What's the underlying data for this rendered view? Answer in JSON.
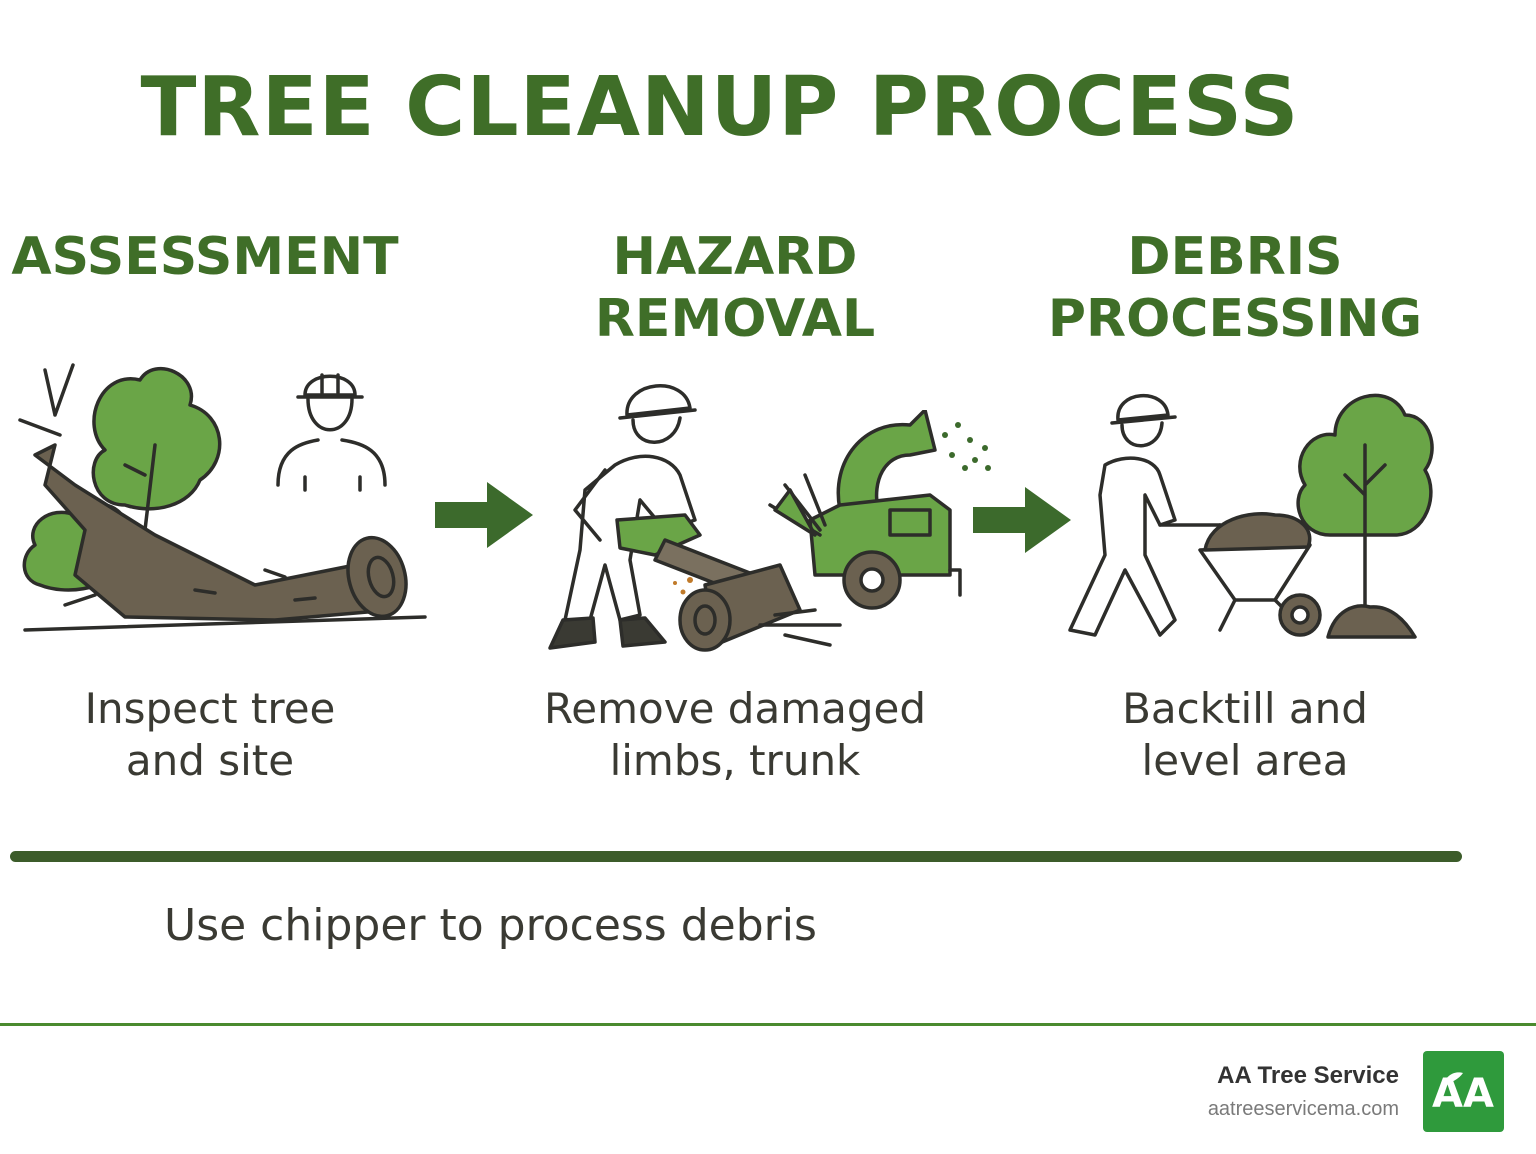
{
  "title": "TREE CLEANUP PROCESS",
  "steps": [
    {
      "title_lines": [
        "ASSESSMENT"
      ],
      "description_lines": [
        "Inspect tree",
        "and site"
      ]
    },
    {
      "title_lines": [
        "HAZARD",
        "REMOVAL"
      ],
      "description_lines": [
        "Remove damaged",
        "limbs, trunk"
      ]
    },
    {
      "title_lines": [
        "DEBRIS",
        "PROCESSING"
      ],
      "description_lines": [
        "Backtill and",
        "level area"
      ]
    }
  ],
  "note": "Use chipper to process debris",
  "footer": {
    "brand_name": "AA Tree Service",
    "brand_url": "aatreeservicema.com",
    "logo_text": "AA"
  },
  "colors": {
    "title_green": "#3f6e28",
    "leaf_green": "#6aa547",
    "trunk_brown": "#6b6150",
    "arrow_green": "#3c6a2c",
    "logo_green": "#2f9a3c"
  },
  "icons": [
    "fallen-tree-icon",
    "worker-icon",
    "chainsaw-worker-icon",
    "wood-chipper-icon",
    "wheelbarrow-worker-icon",
    "young-tree-icon",
    "arrow-right-icon",
    "tree-service-logo"
  ]
}
